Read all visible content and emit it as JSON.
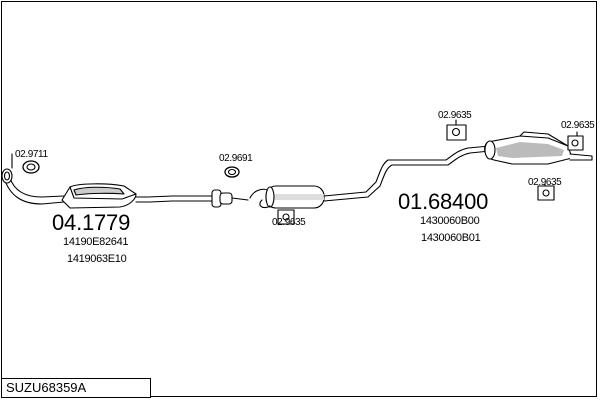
{
  "diagram": {
    "code": "SUZU68359A",
    "parts": {
      "front_clamp": "02.9711",
      "front_section_number": "04.1779",
      "front_section_oem_1": "14190E82641",
      "front_section_oem_2": "1419063E10",
      "middle_clamp": "02.9691",
      "middle_hanger": "02.9635",
      "rear_section_number": "01.68400",
      "rear_section_oem_1": "1430060B00",
      "rear_section_oem_2": "1430060B01",
      "rear_hanger_top_left": "02.9635",
      "rear_hanger_top_right": "02.9635",
      "rear_hanger_bottom": "02.9635"
    }
  }
}
